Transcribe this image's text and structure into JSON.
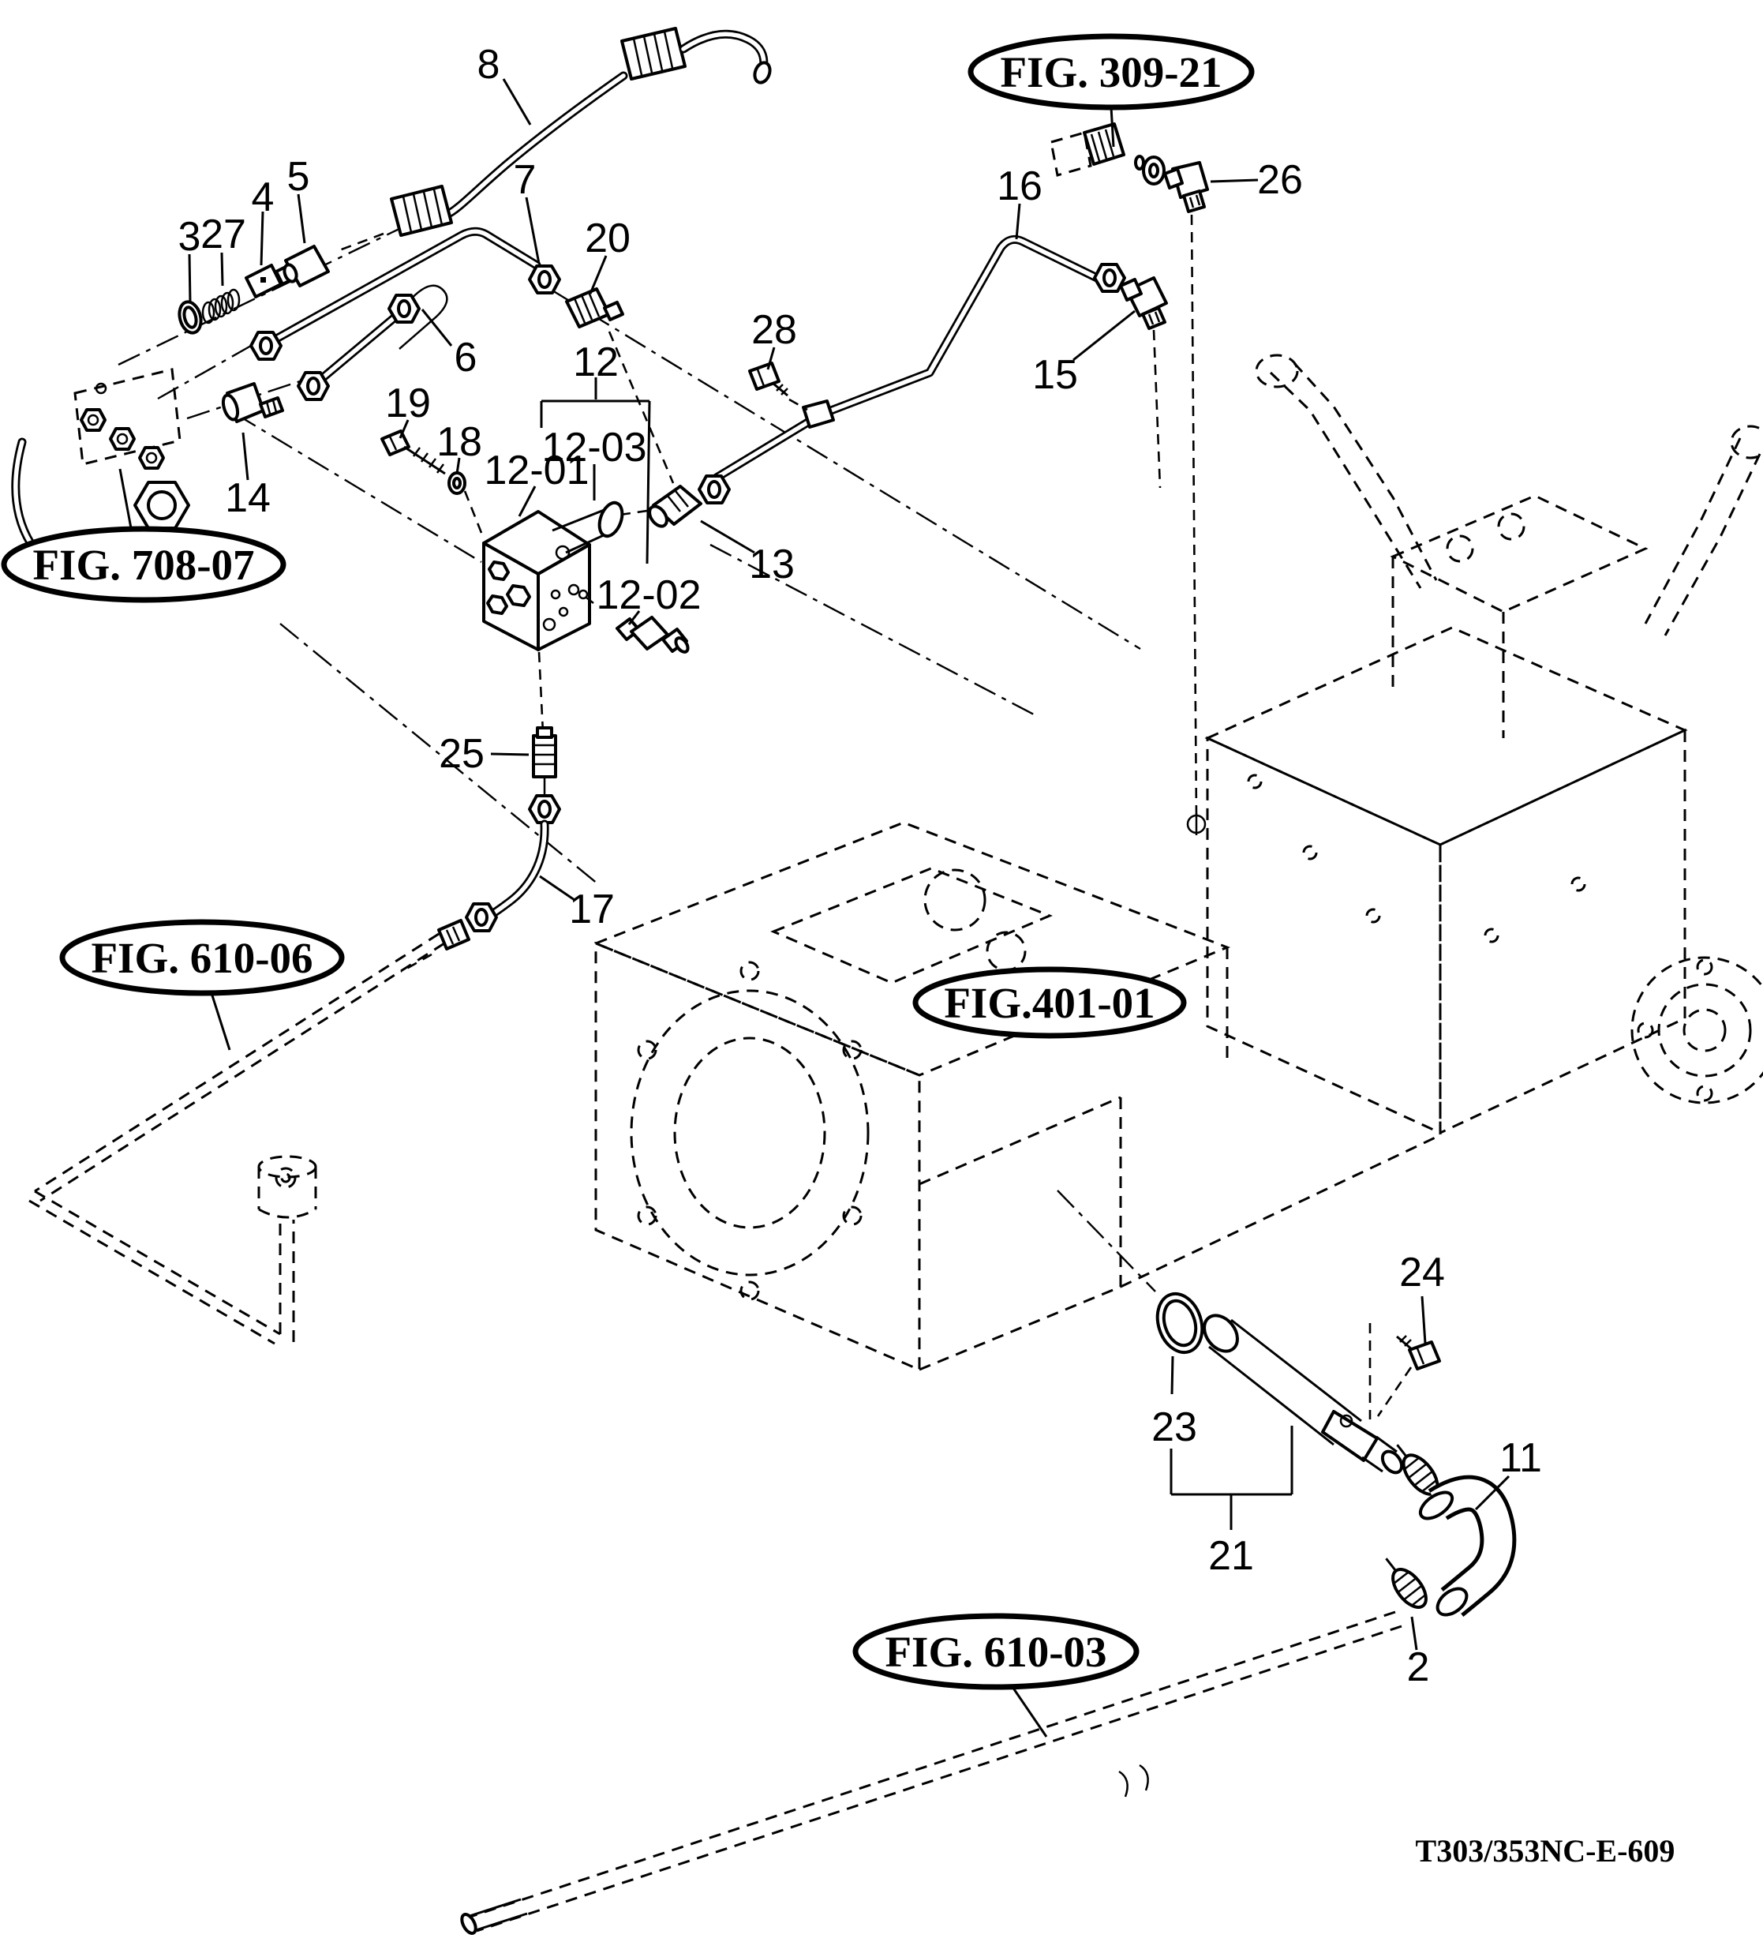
{
  "diagram": {
    "drawing_code": "T303/353NC-E-609",
    "part_labels": [
      {
        "id": "8",
        "text": "8"
      },
      {
        "id": "4",
        "text": "4"
      },
      {
        "id": "5",
        "text": "5"
      },
      {
        "id": "3",
        "text": "3"
      },
      {
        "id": "27",
        "text": "27"
      },
      {
        "id": "7",
        "text": "7"
      },
      {
        "id": "20",
        "text": "20"
      },
      {
        "id": "16",
        "text": "16"
      },
      {
        "id": "26",
        "text": "26"
      },
      {
        "id": "28",
        "text": "28"
      },
      {
        "id": "6",
        "text": "6"
      },
      {
        "id": "12",
        "text": "12"
      },
      {
        "id": "19",
        "text": "19"
      },
      {
        "id": "18",
        "text": "18"
      },
      {
        "id": "12-03",
        "text": "12-03"
      },
      {
        "id": "12-01",
        "text": "12-01"
      },
      {
        "id": "12-02",
        "text": "12-02"
      },
      {
        "id": "13",
        "text": "13"
      },
      {
        "id": "15",
        "text": "15"
      },
      {
        "id": "14",
        "text": "14"
      },
      {
        "id": "25",
        "text": "25"
      },
      {
        "id": "17",
        "text": "17"
      },
      {
        "id": "24",
        "text": "24"
      },
      {
        "id": "23",
        "text": "23"
      },
      {
        "id": "21",
        "text": "21"
      },
      {
        "id": "11",
        "text": "11"
      },
      {
        "id": "2",
        "text": "2"
      }
    ],
    "figure_refs": [
      {
        "text": "FIG. 309-21"
      },
      {
        "text": "FIG. 708-07"
      },
      {
        "text": "FIG. 610-06"
      },
      {
        "text": "FIG.401-01"
      },
      {
        "text": "FIG. 610-03"
      }
    ],
    "colors": {
      "ink": "#000000",
      "background": "#ffffff"
    }
  }
}
